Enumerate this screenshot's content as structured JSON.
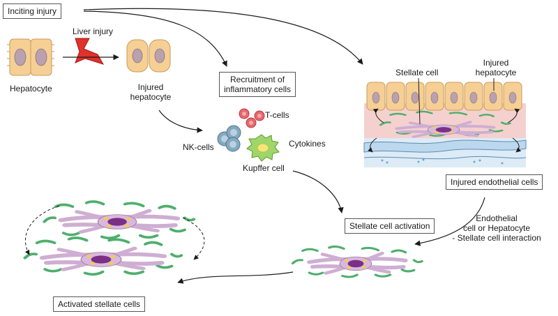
{
  "labels": {
    "inciting_injury": "Inciting injury",
    "liver_injury": "Liver injury",
    "hepatocyte": "Hepatocyte",
    "injured_hepatocyte_1": "Injured",
    "injured_hepatocyte_2": "hepatocyte",
    "recruitment_1": "Recruitment of",
    "recruitment_2": "inflammatory cells",
    "t_cells": "T-cells",
    "nk_cells": "NK-cells",
    "cytokines": "Cytokines",
    "kupffer_cell": "Kupffer cell",
    "stellate_cell": "Stellate cell",
    "injured_hepatocyte_right_1": "Injured",
    "injured_hepatocyte_right_2": "hepatocyte",
    "injured_endothelial": "Injured endothelial cells",
    "interaction_1": "Endothelial",
    "interaction_2": "cell or Hepatocyte",
    "interaction_3": "- Stellate cell interaction",
    "stellate_activation": "Stellate cell activation",
    "activated_stellate": "Activated stellate cells"
  },
  "colors": {
    "hepatocyte_fill": "#f6cf95",
    "hepatocyte_nucleus": "#b9a1ad",
    "bolt": "#e0312c",
    "stellate_body": "#cfaed3",
    "stellate_nucleus": "#7b2f86",
    "fiber": "#4fae6d",
    "endothelial": "#bcd8ee",
    "t_cell": "#e8676b",
    "nk_cell": "#86a9c0",
    "kupffer": "#9fd66a"
  }
}
